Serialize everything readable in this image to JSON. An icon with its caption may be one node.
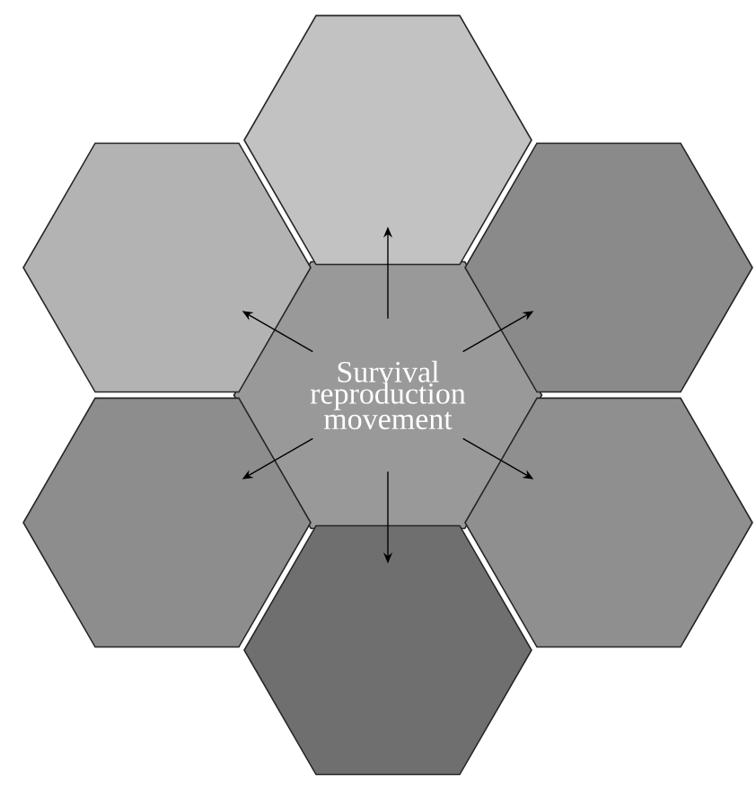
{
  "diagram": {
    "nodes": [
      {
        "text": [
          "Survival reproduction movement"
        ]
      },
      {
        "text": [],
        "shape": "hexagon"
      },
      {
        "text": [],
        "shape": "hexagon"
      },
      {
        "text": [],
        "shape": "hexagon"
      },
      {
        "text": [],
        "shape": "hexagon"
      },
      {
        "text": [],
        "shape": "hexagon"
      },
      {
        "text": [],
        "shape": "hexagon"
      }
    ],
    "edges": [
      {
        "from": 0,
        "to": 1,
        "arrow": "to"
      },
      {
        "from": 0,
        "to": 2,
        "arrow": "to"
      },
      {
        "from": 0,
        "to": 3,
        "arrow": "to"
      },
      {
        "from": 0,
        "to": 4,
        "arrow": "to"
      },
      {
        "from": 0,
        "to": 5,
        "arrow": "to"
      },
      {
        "from": 0,
        "to": 6,
        "arrow": "to"
      }
    ]
  }
}
